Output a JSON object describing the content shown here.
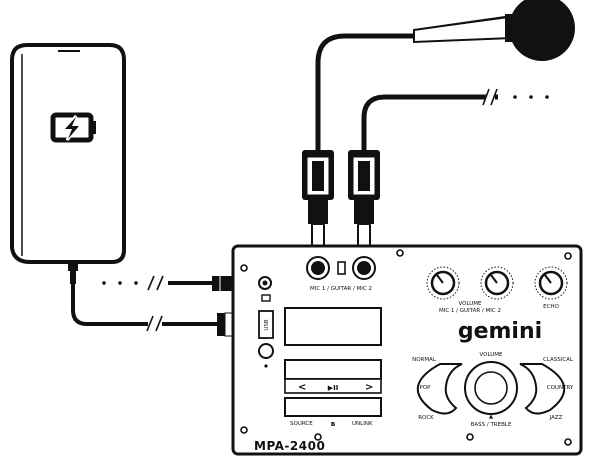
{
  "panel": {
    "brand": "gemini",
    "model": "MPA-2400",
    "mic_input_label": "MIC 1 / GUITAR / MIC 2",
    "knob_group_label": "MIC 1 / GUITAR / MIC 2",
    "volume_knob_label": "VOLUME",
    "echo_knob_label": "ECHO",
    "master_volume_label": "VOLUME",
    "bass_treble_label": "BASS / TREBLE",
    "eq_normal": "NORMAL",
    "eq_pop": "POP",
    "eq_rock": "ROCK",
    "eq_classical": "CLASSICAL",
    "eq_country": "COUNTRY",
    "eq_jazz": "JAZZ",
    "usb_label": "USB",
    "transport_prev": "<",
    "transport_play": "▶II",
    "transport_next": ">",
    "source_label": "SOURCE",
    "bluetooth_icon_glyph": "ʙ",
    "unlink_label": "UNLINK"
  },
  "phone": {
    "screen_icon": "battery-charging-icon"
  },
  "colors": {
    "line": "#111111",
    "background": "#ffffff"
  }
}
